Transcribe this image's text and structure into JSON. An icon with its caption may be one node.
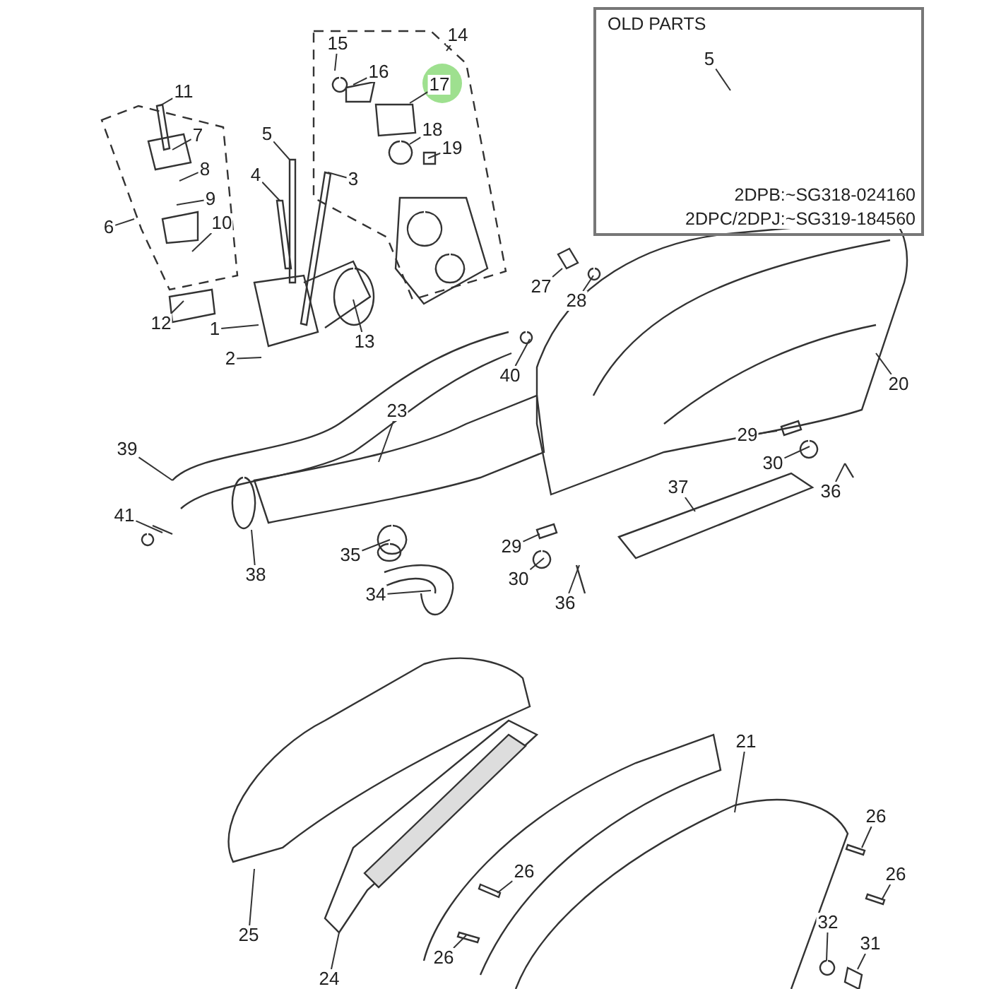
{
  "diagram": {
    "nodes": [
      {
        "text": [
          "OLD PARTS",
          "2DPB:~SG318-024160",
          "2DPC/2DPJ:~SG319-184560"
        ]
      },
      {
        "text": [
          "5"
        ],
        "in": 0
      },
      {
        "text": [
          "14"
        ]
      },
      {
        "text": [
          "15"
        ]
      },
      {
        "text": [
          "16"
        ]
      },
      {
        "text": [
          "17"
        ]
      },
      {
        "text": [
          "11"
        ]
      },
      {
        "text": [
          "18"
        ]
      },
      {
        "text": [
          "5"
        ]
      },
      {
        "text": [
          "7"
        ]
      },
      {
        "text": [
          "19"
        ]
      },
      {
        "text": [
          "8"
        ]
      },
      {
        "text": [
          "4"
        ]
      },
      {
        "text": [
          "3"
        ]
      },
      {
        "text": [
          "9"
        ]
      },
      {
        "text": [
          "10"
        ]
      },
      {
        "text": [
          "6"
        ]
      },
      {
        "text": [
          "27"
        ]
      },
      {
        "text": [
          "28"
        ]
      },
      {
        "text": [
          "12"
        ]
      },
      {
        "text": [
          "1"
        ]
      },
      {
        "text": [
          "13"
        ]
      },
      {
        "text": [
          "2"
        ]
      },
      {
        "text": [
          "40"
        ]
      },
      {
        "text": [
          "20"
        ]
      },
      {
        "text": [
          "23"
        ]
      },
      {
        "text": [
          "29"
        ]
      },
      {
        "text": [
          "39"
        ]
      },
      {
        "text": [
          "30"
        ]
      },
      {
        "text": [
          "37"
        ]
      },
      {
        "text": [
          "36"
        ]
      },
      {
        "text": [
          "41"
        ]
      },
      {
        "text": [
          "29"
        ]
      },
      {
        "text": [
          "35"
        ]
      },
      {
        "text": [
          "38"
        ]
      },
      {
        "text": [
          "30"
        ]
      },
      {
        "text": [
          "34"
        ]
      },
      {
        "text": [
          "36"
        ]
      },
      {
        "text": [
          "21"
        ]
      },
      {
        "text": [
          "26"
        ]
      },
      {
        "text": [
          "26"
        ]
      },
      {
        "text": [
          "26"
        ]
      },
      {
        "text": [
          "32"
        ]
      },
      {
        "text": [
          "31"
        ]
      },
      {
        "text": [
          "25"
        ]
      },
      {
        "text": [
          "26"
        ]
      },
      {
        "text": [
          "24"
        ]
      }
    ],
    "edges": [
      {
        "from": 1,
        "to": null,
        "arrow": "none"
      },
      {
        "from": 2,
        "to": null,
        "arrow": "none"
      },
      {
        "from": 3,
        "to": null,
        "arrow": "none"
      },
      {
        "from": 4,
        "to": null,
        "arrow": "none"
      },
      {
        "from": 5,
        "to": null,
        "arrow": "none"
      },
      {
        "from": 6,
        "to": null,
        "arrow": "none"
      },
      {
        "from": 7,
        "to": null,
        "arrow": "none"
      },
      {
        "from": 8,
        "to": null,
        "arrow": "none"
      },
      {
        "from": 9,
        "to": null,
        "arrow": "none"
      },
      {
        "from": 10,
        "to": null,
        "arrow": "none"
      },
      {
        "from": 11,
        "to": null,
        "arrow": "none"
      },
      {
        "from": 12,
        "to": null,
        "arrow": "none"
      },
      {
        "from": 13,
        "to": null,
        "arrow": "none"
      },
      {
        "from": 14,
        "to": null,
        "arrow": "none"
      },
      {
        "from": 15,
        "to": null,
        "arrow": "none"
      },
      {
        "from": 16,
        "to": null,
        "arrow": "none"
      },
      {
        "from": 17,
        "to": null,
        "arrow": "none"
      },
      {
        "from": 18,
        "to": null,
        "arrow": "none"
      },
      {
        "from": 19,
        "to": null,
        "arrow": "none"
      },
      {
        "from": 20,
        "to": null,
        "arrow": "none"
      },
      {
        "from": 21,
        "to": null,
        "arrow": "none"
      },
      {
        "from": 22,
        "to": null,
        "arrow": "none"
      },
      {
        "from": 23,
        "to": null,
        "arrow": "none"
      },
      {
        "from": 24,
        "to": null,
        "arrow": "none"
      },
      {
        "from": 25,
        "to": null,
        "arrow": "none"
      },
      {
        "from": 26,
        "to": null,
        "arrow": "none"
      },
      {
        "from": 27,
        "to": null,
        "arrow": "none"
      },
      {
        "from": 28,
        "to": null,
        "arrow": "none"
      },
      {
        "from": 29,
        "to": null,
        "arrow": "none"
      },
      {
        "from": 30,
        "to": null,
        "arrow": "none"
      },
      {
        "from": 31,
        "to": null,
        "arrow": "none"
      },
      {
        "from": 32,
        "to": null,
        "arrow": "none"
      },
      {
        "from": 33,
        "to": null,
        "arrow": "none"
      },
      {
        "from": 34,
        "to": null,
        "arrow": "none"
      },
      {
        "from": 35,
        "to": null,
        "arrow": "none"
      },
      {
        "from": 36,
        "to": null,
        "arrow": "none"
      },
      {
        "from": 37,
        "to": null,
        "arrow": "none"
      },
      {
        "from": 38,
        "to": null,
        "arrow": "none"
      },
      {
        "from": 39,
        "to": null,
        "arrow": "none"
      },
      {
        "from": 40,
        "to": null,
        "arrow": "none"
      },
      {
        "from": 41,
        "to": null,
        "arrow": "none"
      },
      {
        "from": 42,
        "to": null,
        "arrow": "none"
      },
      {
        "from": 43,
        "to": null,
        "arrow": "none"
      },
      {
        "from": 44,
        "to": null,
        "arrow": "none"
      },
      {
        "from": 45,
        "to": null,
        "arrow": "none"
      },
      {
        "from": 46,
        "to": null,
        "arrow": "none"
      }
    ]
  }
}
